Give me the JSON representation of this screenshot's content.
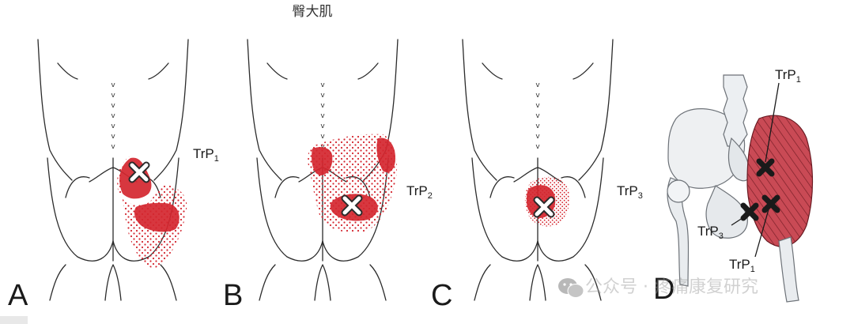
{
  "title": "臀大肌",
  "panels": [
    {
      "letter": "A",
      "label_main": "TrP",
      "label_sub": "1"
    },
    {
      "letter": "B",
      "label_main": "TrP",
      "label_sub": "2"
    },
    {
      "letter": "C",
      "label_main": "TrP",
      "label_sub": "3"
    },
    {
      "letter": "D"
    }
  ],
  "anatomy_labels": [
    {
      "main": "TrP",
      "sub": "1"
    },
    {
      "main": "TrP",
      "sub": "3"
    },
    {
      "main": "TrP",
      "sub": "1"
    }
  ],
  "watermark": {
    "icon": "wechat-icon",
    "text": "公众号 · 疼痛康复研究"
  },
  "colors": {
    "pain": "#d4262f",
    "muscle": "#c94a55",
    "outline": "#2b2b2b"
  }
}
